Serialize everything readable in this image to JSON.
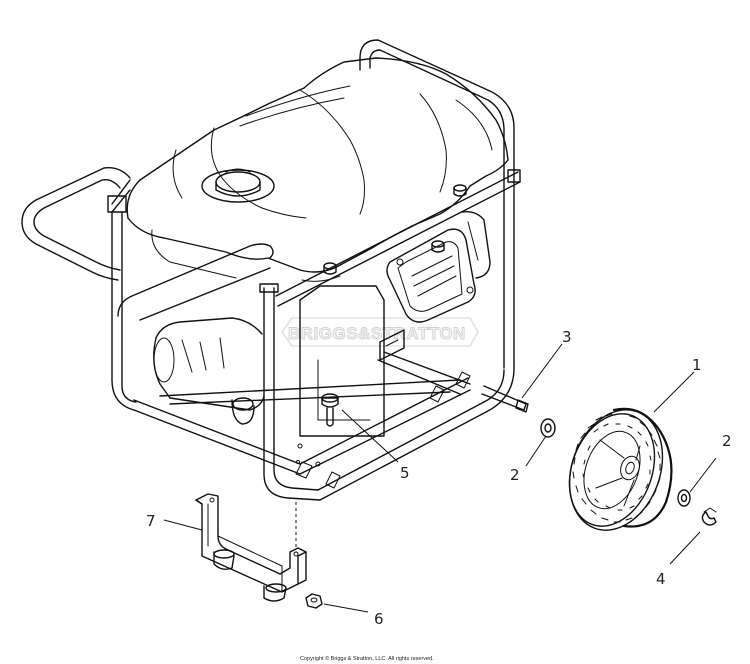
{
  "watermark": "BRIGGS&STRATTON",
  "callouts": [
    {
      "id": "1",
      "label": "1"
    },
    {
      "id": "2a",
      "label": "2"
    },
    {
      "id": "2b",
      "label": "2"
    },
    {
      "id": "3",
      "label": "3"
    },
    {
      "id": "4",
      "label": "4"
    },
    {
      "id": "5",
      "label": "5"
    },
    {
      "id": "6",
      "label": "6"
    },
    {
      "id": "7",
      "label": "7"
    }
  ],
  "copyright": "Copyright © Briggs & Stratton, LLC. All rights reserved."
}
